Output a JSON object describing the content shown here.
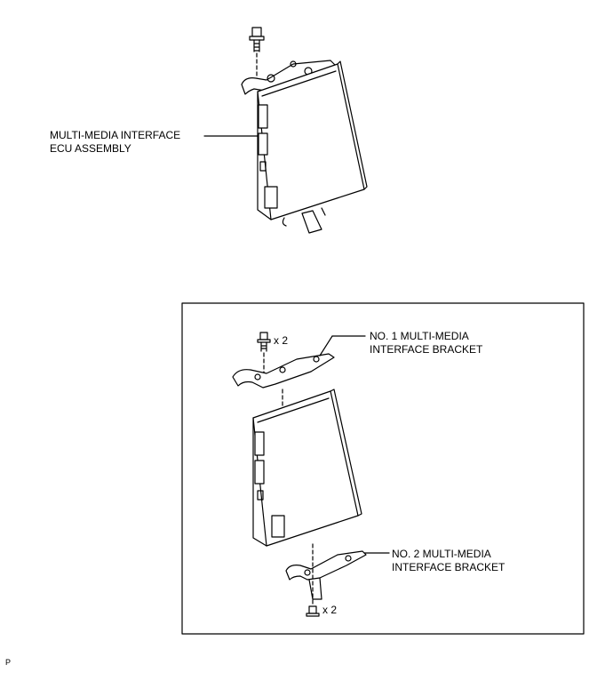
{
  "top_view": {
    "ecu_label": [
      "MULTI-MEDIA INTERFACE",
      "ECU ASSEMBLY"
    ]
  },
  "inset_view": {
    "bracket1_label": [
      "NO. 1 MULTI-MEDIA",
      "INTERFACE BRACKET"
    ],
    "bracket2_label": [
      "NO. 2 MULTI-MEDIA",
      "INTERFACE BRACKET"
    ],
    "upper_screw_qty": "x 2",
    "lower_screw_qty": "x 2"
  },
  "footer_code": "P"
}
